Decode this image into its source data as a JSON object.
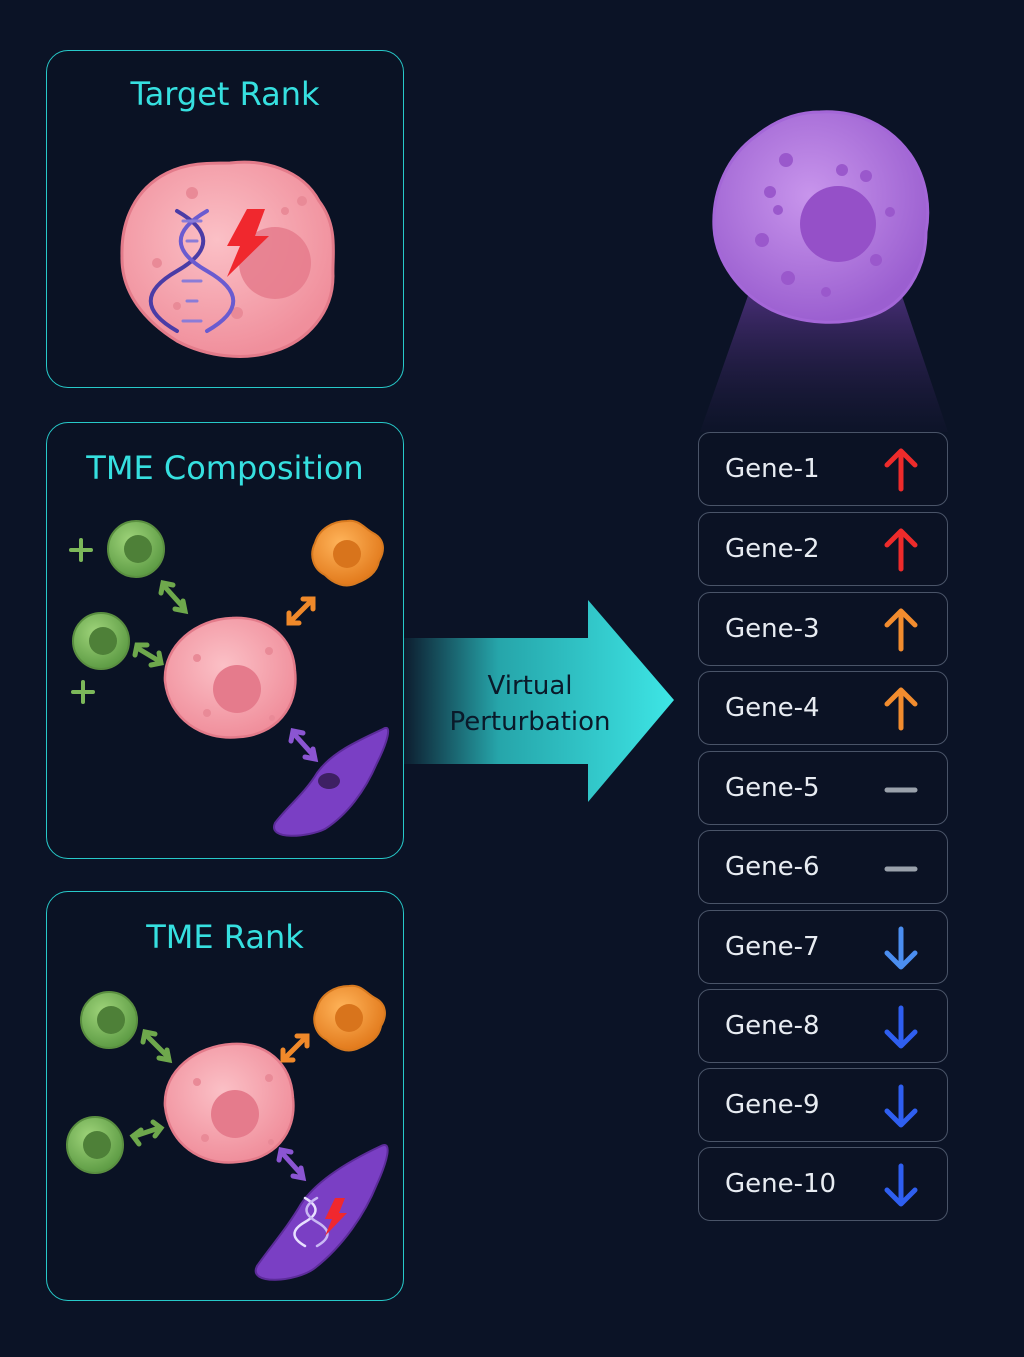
{
  "panels": {
    "target_rank": {
      "title": "Target Rank"
    },
    "tme_composition": {
      "title": "TME Composition"
    },
    "tme_rank": {
      "title": "TME Rank"
    }
  },
  "arrow": {
    "line1": "Virtual",
    "line2": "Perturbation"
  },
  "genes": [
    {
      "label": "Gene-1",
      "direction": "up",
      "color": "#ee2b2b"
    },
    {
      "label": "Gene-2",
      "direction": "up",
      "color": "#ee2b2b"
    },
    {
      "label": "Gene-3",
      "direction": "up",
      "color": "#f28c2e"
    },
    {
      "label": "Gene-4",
      "direction": "up",
      "color": "#f28c2e"
    },
    {
      "label": "Gene-5",
      "direction": "neutral",
      "color": "#9aa1ab"
    },
    {
      "label": "Gene-6",
      "direction": "neutral",
      "color": "#9aa1ab"
    },
    {
      "label": "Gene-7",
      "direction": "down",
      "color": "#4b8ef0"
    },
    {
      "label": "Gene-8",
      "direction": "down",
      "color": "#2f5ff0"
    },
    {
      "label": "Gene-9",
      "direction": "down",
      "color": "#2f5ff0"
    },
    {
      "label": "Gene-10",
      "direction": "down",
      "color": "#2f5ff0"
    }
  ],
  "colors": {
    "accent": "#36e0e0",
    "tumor_cell": "#f4a3ad",
    "immune_cell": "#8cc66a",
    "myeloid_cell": "#f59a3a",
    "stromal_cell": "#7a3fc4",
    "target_cell": "#b77ae0"
  }
}
